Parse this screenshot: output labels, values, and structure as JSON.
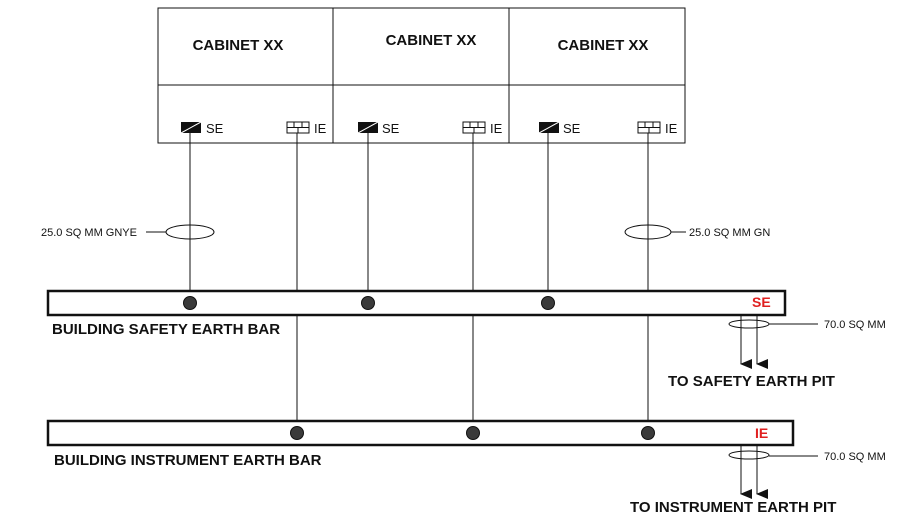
{
  "cabinets": [
    {
      "title": "CABINET XX",
      "se_label": "SE",
      "ie_label": "IE"
    },
    {
      "title": "CABINET XX",
      "se_label": "SE",
      "ie_label": "IE"
    },
    {
      "title": "CABINET XX",
      "se_label": "SE",
      "ie_label": "IE"
    }
  ],
  "cables": {
    "left_label": "25.0 SQ MM GNYE",
    "right_label": "25.0 SQ MM GN"
  },
  "safety_bar": {
    "tag": "SE",
    "title": "BUILDING SAFETY EARTH BAR",
    "cable_label": "70.0 SQ MM",
    "destination": "TO SAFETY EARTH PIT"
  },
  "instrument_bar": {
    "tag": "IE",
    "title": "BUILDING INSTRUMENT EARTH BAR",
    "cable_label": "70.0 SQ MM",
    "destination": "TO INSTRUMENT EARTH PIT"
  },
  "colors": {
    "line": "#111111",
    "tag": "#e02020",
    "dot": "#3a3a3a"
  }
}
